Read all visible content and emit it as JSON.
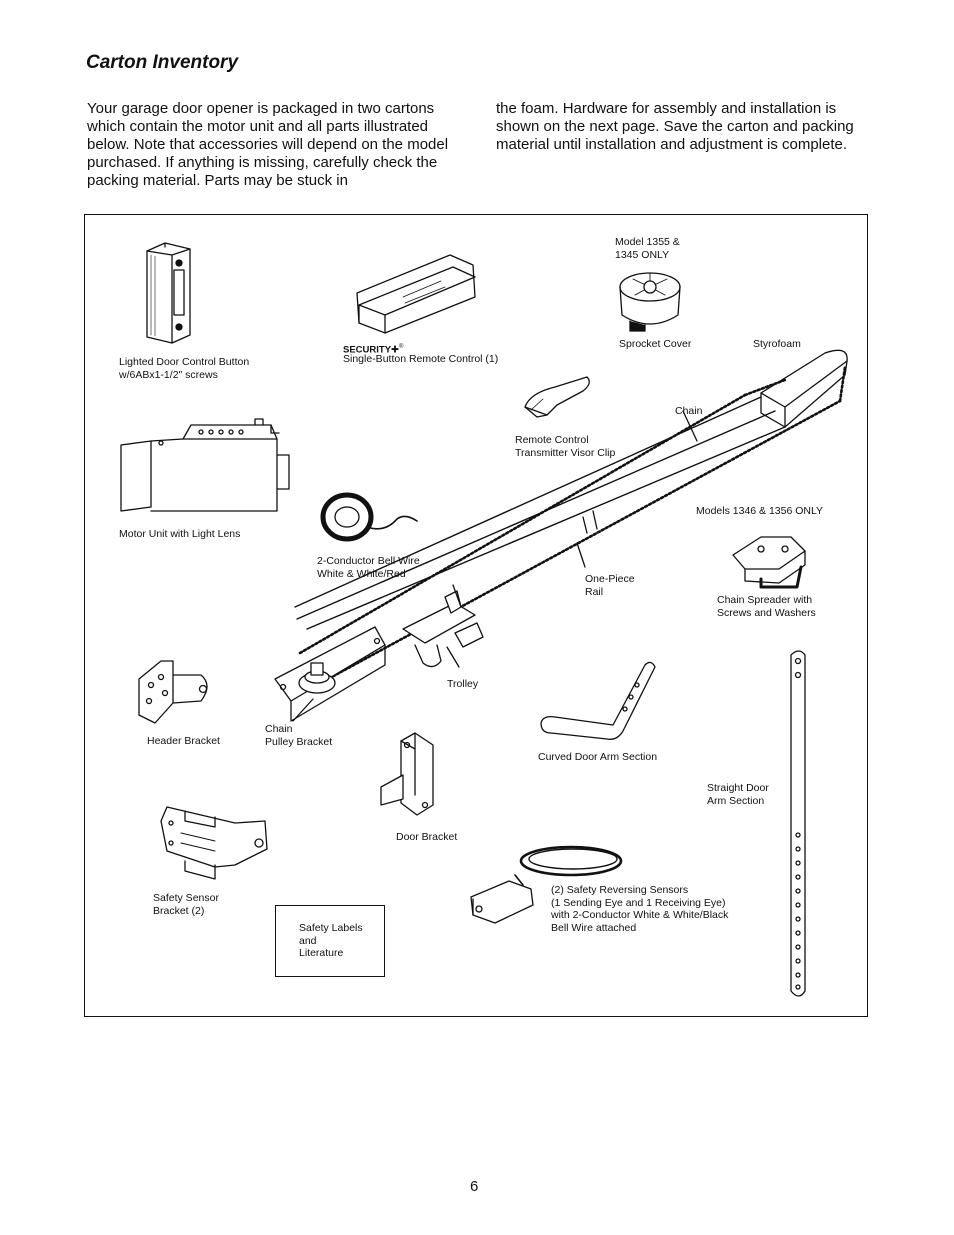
{
  "page": {
    "title": "Carton Inventory",
    "intro_left": "Your garage door opener is packaged in two cartons which contain the motor unit and all parts illustrated below. Note that accessories will depend on the model purchased. If anything is missing, carefully check the packing material. Parts may be stuck in",
    "intro_right": "the foam. Hardware for assembly and installation is shown on the next page. Save the carton and packing material until installation and adjustment is complete.",
    "page_number": "6"
  },
  "parts": {
    "door_control": "Lighted Door Control Button\nw/6ABx1-1/2\" screws",
    "remote_brand": "SECURITY✚",
    "remote_reg": "®",
    "remote": "Single-Button Remote Control (1)",
    "model_note_1": "Model 1355 &\n1345 ONLY",
    "sprocket_cover": "Sprocket Cover",
    "styrofoam": "Styrofoam",
    "visor_clip": "Remote Control\nTransmitter Visor Clip",
    "chain": "Chain",
    "motor_unit": "Motor Unit with Light Lens",
    "bell_wire": "2-Conductor Bell Wire\nWhite & White/Red",
    "model_note_2": "Models 1346 & 1356 ONLY",
    "rail": "One-Piece\nRail",
    "chain_spreader": "Chain Spreader with\nScrews and Washers",
    "trolley": "Trolley",
    "header_bracket": "Header Bracket",
    "chain_pulley": "Chain\nPulley Bracket",
    "curved_arm": "Curved Door Arm Section",
    "straight_arm": "Straight Door\nArm Section",
    "door_bracket": "Door Bracket",
    "sensor_bracket": "Safety Sensor\nBracket (2)",
    "sensors": "(2) Safety Reversing Sensors\n(1 Sending Eye and 1 Receiving Eye)\nwith 2-Conductor White & White/Black\nBell Wire attached",
    "literature": "Safety Labels\nand\nLiterature"
  }
}
